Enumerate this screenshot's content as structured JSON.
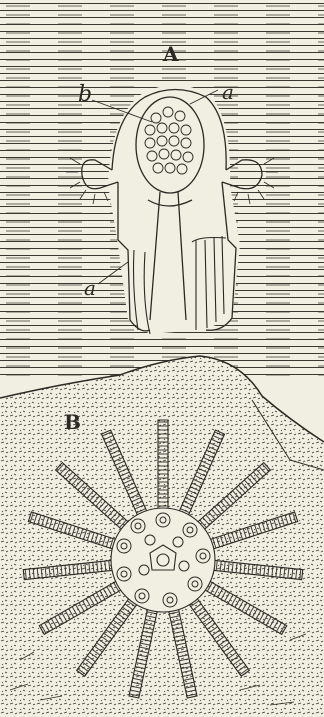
{
  "figure": {
    "panel_a": {
      "label": "A",
      "callouts": [
        "b",
        "a",
        "a"
      ]
    },
    "panel_b": {
      "label": "B"
    }
  },
  "colors": {
    "paper": "#f1efe2",
    "ink": "#2a2924"
  }
}
